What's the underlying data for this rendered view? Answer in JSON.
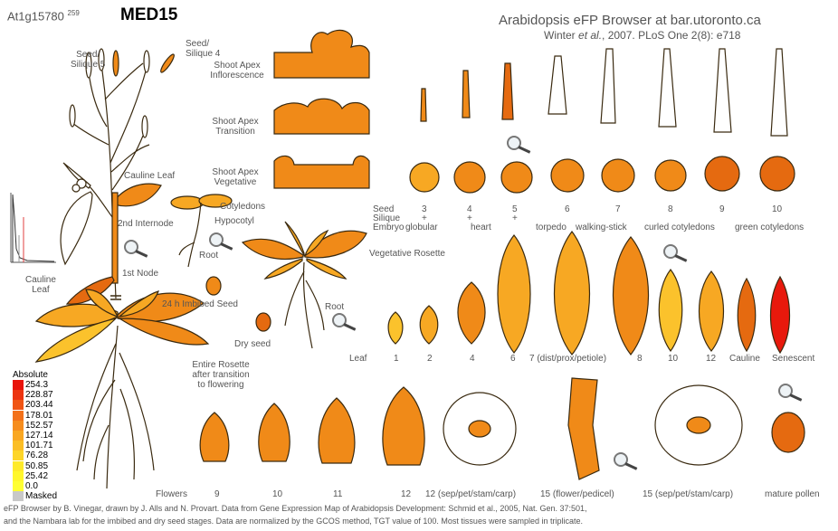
{
  "header": {
    "gene_id": "At1g15780",
    "gene_id_sup": "259",
    "gene_name": "MED15",
    "site_title": "Arabidopsis eFP Browser at bar.utoronto.ca",
    "citation": "Winter et al., 2007. PLoS One 2(8): e718"
  },
  "labels": {
    "seed_silique5": [
      "Seed/",
      "Silique 5"
    ],
    "seed_silique4": [
      "Seed/",
      "Silique 4"
    ],
    "shoot_apex_infl": [
      "Shoot Apex",
      "Inflorescence"
    ],
    "shoot_apex_trans": [
      "Shoot Apex",
      "Transition"
    ],
    "shoot_apex_veg": [
      "Shoot Apex",
      "Vegetative"
    ],
    "cauline_leaf": "Cauline Leaf",
    "cotyledons": "Cotyledons",
    "hypocotyl": "Hypocotyl",
    "second_internode": "2nd Internode",
    "root": "Root",
    "first_node": "1st Node",
    "cauline_leaf_lower": [
      "Cauline",
      "Leaf"
    ],
    "imbibed_seed": "24 h Imbibed Seed",
    "dry_seed": "Dry seed",
    "veg_rosette": "Vegetative Rosette",
    "root2": "Root",
    "entire_rosette": [
      "Entire Rosette",
      "after transition",
      "to flowering"
    ]
  },
  "seed_stages": {
    "numbers": [
      "3",
      "4",
      "5",
      "6",
      "7",
      "8",
      "9",
      "10"
    ],
    "row_labels": [
      "Seed",
      "Silique",
      "Embryo"
    ],
    "silique_marks": [
      "+",
      "+",
      "+"
    ],
    "embryo_stages": [
      "globular",
      "heart",
      "torpedo",
      "walking-stick",
      "curled cotyledons",
      "green cotyledons"
    ]
  },
  "leaf_series": {
    "title": "Leaf",
    "items": [
      "1",
      "2",
      "4",
      "6",
      "7 (dist/prox/petiole)",
      "8",
      "10",
      "12",
      "Cauline",
      "Senescent"
    ]
  },
  "flower_series": {
    "title": "Flowers",
    "items": [
      "9",
      "10",
      "11",
      "12",
      "12 (sep/pet/stam/carp)",
      "15 (flower/pedicel)",
      "15 (sep/pet/stam/carp)",
      "mature pollen"
    ]
  },
  "legend": {
    "title": "Absolute",
    "rows": [
      {
        "value": "254.3",
        "color": "#e8130a"
      },
      {
        "value": "228.87",
        "color": "#ec3410"
      },
      {
        "value": "203.44",
        "color": "#f05514"
      },
      {
        "value": "178.01",
        "color": "#f3711a"
      },
      {
        "value": "152.57",
        "color": "#f68d1e"
      },
      {
        "value": "127.14",
        "color": "#f9a722"
      },
      {
        "value": "101.71",
        "color": "#fbbe25"
      },
      {
        "value": "76.28",
        "color": "#fdd528"
      },
      {
        "value": "50.85",
        "color": "#feea2a"
      },
      {
        "value": "25.42",
        "color": "#fff72c"
      },
      {
        "value": "0.0",
        "color": "#ffff33"
      },
      {
        "value": "Masked",
        "color": "#c8c8c8"
      }
    ]
  },
  "footer": {
    "line1": "eFP Browser by B. Vinegar, drawn by J. Alls and N. Provart. Data from Gene Expression Map of Arabidopsis Development: Schmid et al., 2005, Nat. Gen. 37:501,",
    "line2": "and the Nambara lab for the imbibed and dry seed stages. Data are normalized by the GCOS method, TGT value of 100. Most tissues were sampled in triplicate."
  },
  "colors": {
    "tissue_orange": "#f08a18",
    "tissue_dark_orange": "#e56a10",
    "tissue_light": "#f7b02a",
    "tissue_yellow": "#fbc530",
    "tissue_red": "#e8190c",
    "outline": "#3a2a10"
  }
}
